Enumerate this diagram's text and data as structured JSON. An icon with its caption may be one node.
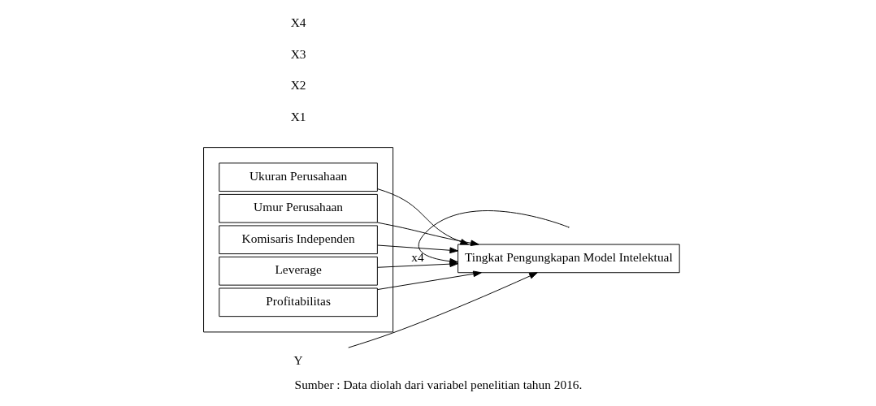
{
  "diagram": {
    "caption": "Sumber : Data diolah dari variabel penelitian tahun 2016.",
    "nodes": [
      {
        "text": [],
        "shape": "box"
      },
      {
        "text": [
          "Ukuran Perusahaan"
        ],
        "in": 0
      },
      {
        "text": [
          "Umur Perusahaan"
        ],
        "in": 0
      },
      {
        "text": [
          "Komisaris Independen"
        ],
        "in": 0
      },
      {
        "text": [
          "Leverage"
        ],
        "in": 0
      },
      {
        "text": [
          "Profitabilitas"
        ],
        "in": 0
      },
      {
        "text": [
          "Tingkat Pengungkapan Model Intelektual"
        ]
      },
      {
        "text": [
          "Y"
        ]
      }
    ],
    "edges": [
      {
        "from": 1,
        "to": 6,
        "arrow": "to"
      },
      {
        "from": 2,
        "to": 6,
        "arrow": "to"
      },
      {
        "from": 3,
        "to": 6,
        "arrow": "to"
      },
      {
        "from": 4,
        "to": 6,
        "arrow": "to",
        "label": "x4"
      },
      {
        "from": 7,
        "to": 6,
        "arrow": "to"
      },
      {
        "from": 5,
        "to": 6,
        "arrow": "to"
      },
      {
        "from": null,
        "to": 6,
        "arrow": "to"
      }
    ],
    "labels": [
      "X1",
      "X2",
      "X3",
      "X4"
    ]
  }
}
